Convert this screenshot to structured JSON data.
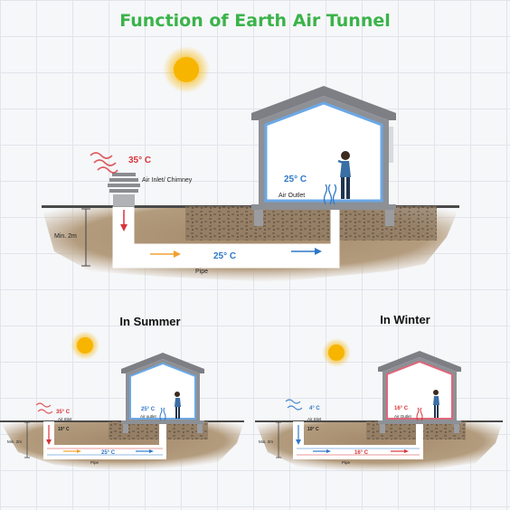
{
  "title": "Function of Earth Air Tunnel",
  "main": {
    "outside_temp": "35° C",
    "inlet_label": "Air Inlet/ Chimney",
    "indoor_temp": "25° C",
    "outlet_label": "Air Outlet",
    "pipe_temp": "25° C",
    "pipe_label": "Pipe",
    "depth_label": "Min. 2m"
  },
  "summer": {
    "heading": "In Summer",
    "outside_temp": "35° C",
    "inlet_label": "Air Inlet",
    "ground_temp": "10° C",
    "indoor_temp": "25° C",
    "outlet_label": "Air outlet",
    "pipe_temp": "25° C",
    "pipe_label": "Pipe",
    "depth_label": "Min. 2m"
  },
  "winter": {
    "heading": "In Winter",
    "outside_temp": "4° C",
    "inlet_label": "Air Inlet",
    "ground_temp": "10° C",
    "indoor_temp": "16° C",
    "outlet_label": "Air Outlet",
    "pipe_temp": "16° C",
    "pipe_label": "Pipe",
    "depth_label": "Min. 2m"
  },
  "colors": {
    "title": "#3bb34a",
    "warm": "#d8343a",
    "cool": "#2e78c8",
    "temp_blue": "#2e78c8",
    "arrow_orange": "#f0a030",
    "soil": "#a48a6c",
    "wall": "#7d7f84",
    "sun": "#f7b500"
  }
}
